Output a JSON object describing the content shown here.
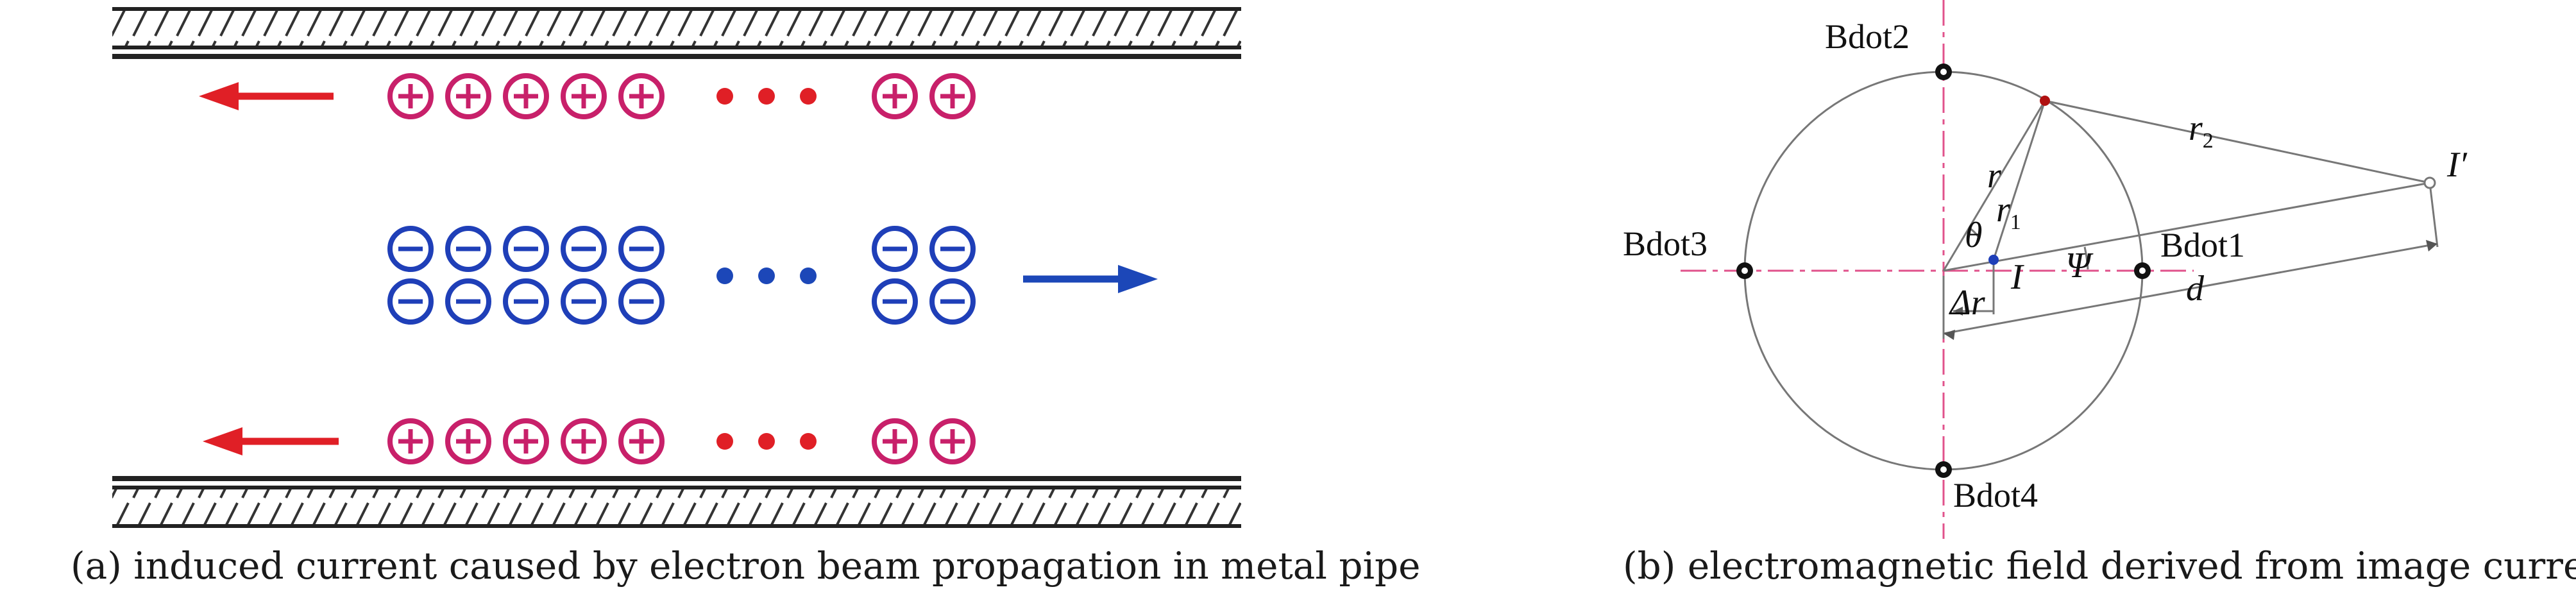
{
  "panel_a": {
    "caption": "(a) induced current caused by electron beam propagation in metal pipe",
    "dots": "• • •"
  },
  "panel_b": {
    "caption": "(b) electromagnetic field derived from image current",
    "sensors": {
      "bdot1": "Bdot1",
      "bdot2": "Bdot2",
      "bdot3": "Bdot3",
      "bdot4": "Bdot4"
    },
    "symbols": {
      "r": "r",
      "r1": "r",
      "r1_sub": "1",
      "r2": "r",
      "r2_sub": "2",
      "theta": "θ",
      "psi": "Ψ",
      "I": "I",
      "I_prime": "I′",
      "delta_r": "Δr",
      "d": "d"
    }
  },
  "colors": {
    "positive": "#c8206a",
    "negative": "#1f3fb8",
    "arrow_red": "#e01f26",
    "arrow_blue": "#1c47b8",
    "axis_pink": "#e0528b",
    "line_gray": "#777777"
  }
}
